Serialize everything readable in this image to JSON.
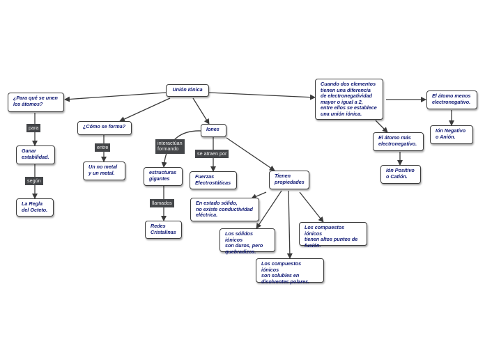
{
  "nodes": {
    "union_ionica": "Unión Iónica",
    "para_que": "¿Para qué se unen\nlos átomos?",
    "ganar": "Ganar\nestabilidad.",
    "regla_octeto": "La Regla\ndel Octeto.",
    "como_forma": "¿Cómo se forma?",
    "metal_no_metal": "Un no metal\ny un metal.",
    "iones": "Iones",
    "estructuras": "estructuras\ngigantes",
    "redes": "Redes\nCristalinas",
    "fuerzas": "Fuerzas\nElectrostáticas",
    "tienen_propiedades": "Tienen\npropiedades",
    "estado_solido": "En estado sólido,\nno existe conductividad\neléctrica.",
    "solidos_duros": "Los sólidos iónicos\nson duros, pero\nquebradizos.",
    "solubles": "Los compuestos iónicos\nson solubles en\ndisolventes polares.",
    "puntos_fusion": "Los compuestos iónicos\ntienen altos puntos de\nfusión.",
    "cuando": "Cuando dos elementos\ntienen una diferencia\nde electronegatividad\nmayor o igual a 2,\nentre ellos se establece\nuna unión iónica.",
    "mas_electro": "El átomo más\nelectronegativo.",
    "ion_positivo": "Ión Positivo\no Catión.",
    "menos_electro": "El átomo menos\nelectronegativo.",
    "ion_negativo": "Ión Negativo\no Anión."
  },
  "labels": {
    "para": "para",
    "segun": "según",
    "entre": "entre",
    "interactuan": "interactúan\nformando",
    "llamados": "llamados",
    "se_atraen_por": "se atraen por"
  }
}
